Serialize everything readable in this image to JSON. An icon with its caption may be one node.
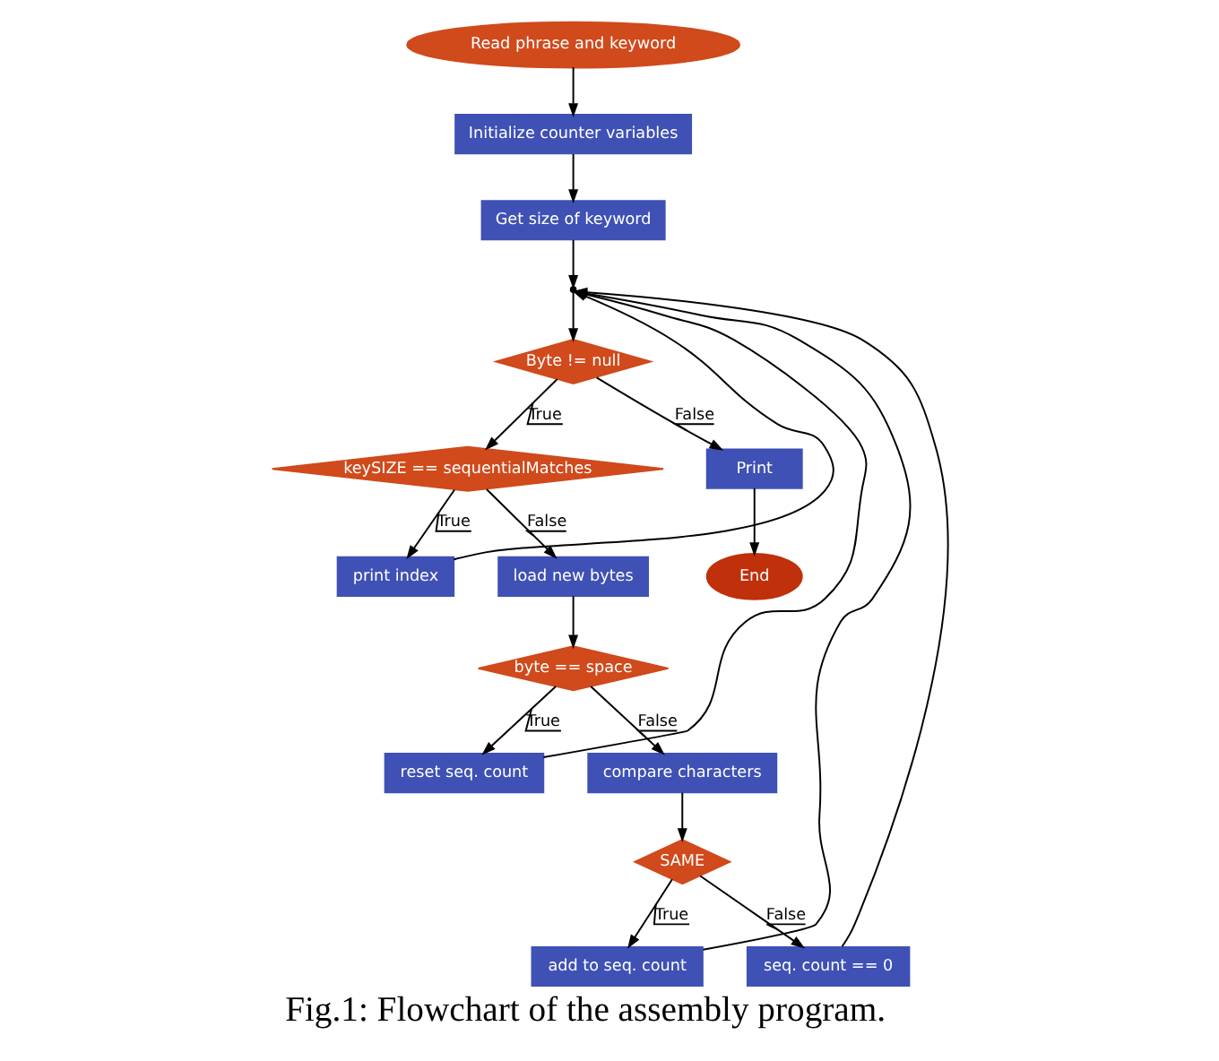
{
  "diagram": {
    "caption": "Fig.1: Flowchart of the assembly program.",
    "nodes": [
      {
        "text": [
          "Read phrase and keyword"
        ]
      },
      {
        "text": [
          "Initialize counter variables"
        ]
      },
      {
        "text": [
          "Get size of keyword"
        ]
      },
      {
        "text": [],
        "shape": "point"
      },
      {
        "text": [
          "Byte != null"
        ]
      },
      {
        "text": [
          "keySIZE == sequentialMatches"
        ]
      },
      {
        "text": [
          "Print"
        ]
      },
      {
        "text": [
          "print index"
        ]
      },
      {
        "text": [
          "load new bytes"
        ]
      },
      {
        "text": [
          "End"
        ]
      },
      {
        "text": [
          "byte == space"
        ]
      },
      {
        "text": [
          "reset seq. count"
        ]
      },
      {
        "text": [
          "compare characters"
        ]
      },
      {
        "text": [
          "SAME"
        ]
      },
      {
        "text": [
          "add to seq. count"
        ]
      },
      {
        "text": [
          "seq. count == 0"
        ]
      }
    ],
    "edges": [
      {
        "from": 0,
        "to": 1,
        "arrow": "to"
      },
      {
        "from": 1,
        "to": 2,
        "arrow": "to"
      },
      {
        "from": 2,
        "to": 3,
        "arrow": "to"
      },
      {
        "from": 3,
        "to": 4,
        "arrow": "to"
      },
      {
        "from": 4,
        "to": 5,
        "arrow": "to",
        "label": "True"
      },
      {
        "from": 4,
        "to": 6,
        "arrow": "to",
        "label": "False"
      },
      {
        "from": 6,
        "to": 9,
        "arrow": "to"
      },
      {
        "from": 5,
        "to": 7,
        "arrow": "to",
        "label": "True"
      },
      {
        "from": 5,
        "to": 8,
        "arrow": "to",
        "label": "False"
      },
      {
        "from": 7,
        "to": 3,
        "arrow": "to"
      },
      {
        "from": 8,
        "to": 10,
        "arrow": "to"
      },
      {
        "from": 10,
        "to": 11,
        "arrow": "to",
        "label": "True"
      },
      {
        "from": 10,
        "to": 12,
        "arrow": "to",
        "label": "False"
      },
      {
        "from": 11,
        "to": 3,
        "arrow": "to"
      },
      {
        "from": 12,
        "to": 13,
        "arrow": "to"
      },
      {
        "from": 13,
        "to": 14,
        "arrow": "to",
        "label": "True"
      },
      {
        "from": 13,
        "to": 15,
        "arrow": "to",
        "label": "False"
      },
      {
        "from": 14,
        "to": 3,
        "arrow": "to"
      },
      {
        "from": 15,
        "to": 3,
        "arrow": "to"
      }
    ]
  }
}
